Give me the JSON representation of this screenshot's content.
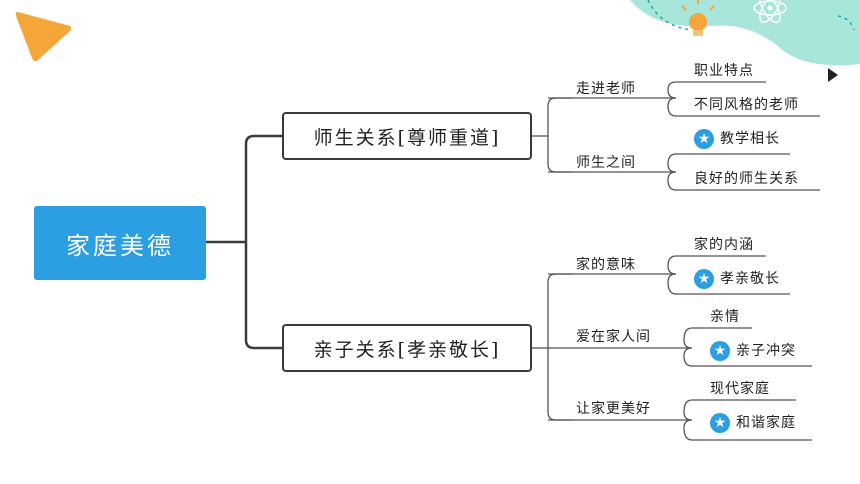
{
  "root": {
    "label": "家庭美德"
  },
  "branches": [
    {
      "label": "师生关系[尊师重道]",
      "subs": [
        {
          "label": "走进老师",
          "leaves": [
            {
              "label": "职业特点",
              "star": false
            },
            {
              "label": "不同风格的老师",
              "star": false
            }
          ]
        },
        {
          "label": "师生之间",
          "leaves": [
            {
              "label": "教学相长",
              "star": true
            },
            {
              "label": "良好的师生关系",
              "star": false
            }
          ]
        }
      ]
    },
    {
      "label": "亲子关系[孝亲敬长]",
      "subs": [
        {
          "label": "家的意味",
          "leaves": [
            {
              "label": "家的内涵",
              "star": false
            },
            {
              "label": "孝亲敬长",
              "star": true
            }
          ]
        },
        {
          "label": "爱在家人间",
          "leaves": [
            {
              "label": "亲情",
              "star": false
            },
            {
              "label": "亲子冲突",
              "star": true
            }
          ]
        },
        {
          "label": "让家更美好",
          "leaves": [
            {
              "label": "现代家庭",
              "star": false
            },
            {
              "label": "和谐家庭",
              "star": true
            }
          ]
        }
      ]
    }
  ],
  "icons": {
    "star": "star-icon",
    "corner": "triangle-decoration",
    "bulb": "lightbulb-icon",
    "atom": "atom-icon",
    "arrow": "play-arrow-icon"
  },
  "colors": {
    "accent": "#2c9ee2",
    "corner": "#f5a638",
    "deco": "#a8e6dc"
  }
}
